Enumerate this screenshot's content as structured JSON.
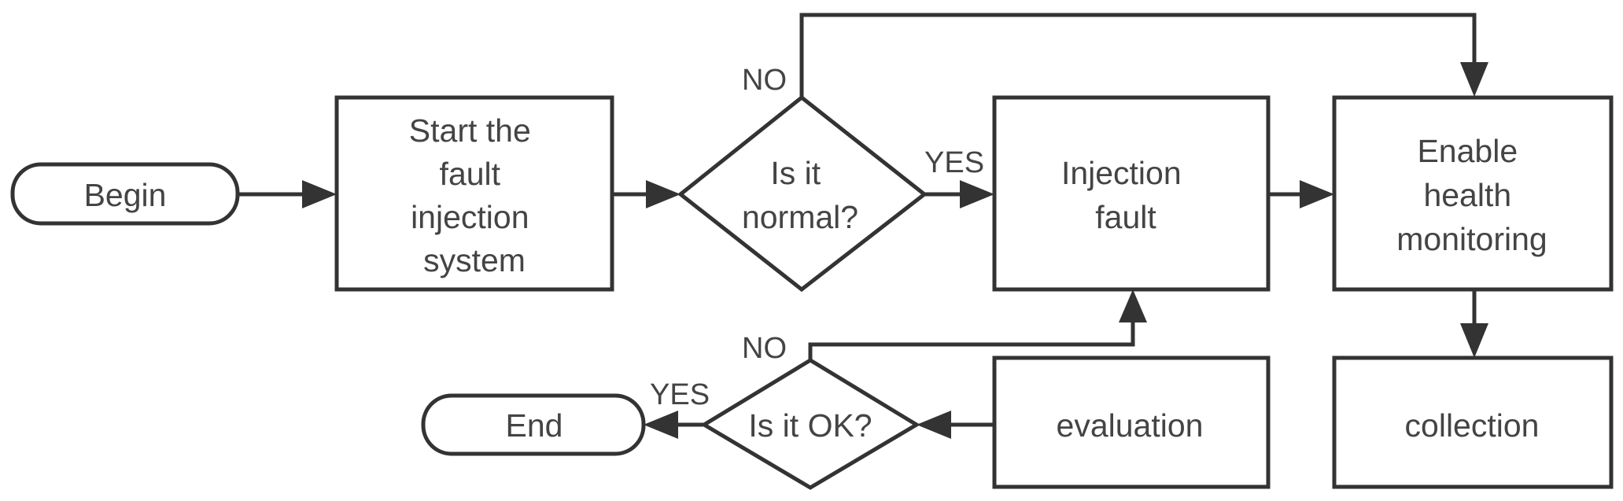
{
  "nodes": {
    "begin": "Begin",
    "start": [
      "Start the",
      "fault",
      "injection",
      "system"
    ],
    "is_normal": [
      "Is it",
      "normal?"
    ],
    "injection": [
      "Injection",
      "fault"
    ],
    "enable": [
      "Enable",
      "health",
      "monitoring"
    ],
    "collection": "collection",
    "evaluation": "evaluation",
    "is_ok": "Is it OK?",
    "end": "End"
  },
  "edge_labels": {
    "normal_no": "NO",
    "normal_yes": "YES",
    "ok_no": "NO",
    "ok_yes": "YES"
  },
  "colors": {
    "stroke": "#333333",
    "text": "#444444",
    "background": "#ffffff"
  }
}
